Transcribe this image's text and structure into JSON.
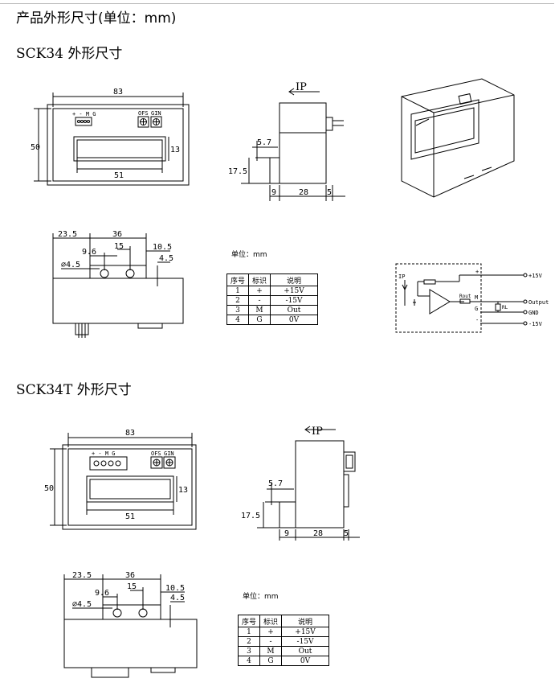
{
  "page": {
    "heading": "产品外形尺寸(单位：mm)",
    "sections": [
      {
        "title": "SCK34 外形尺寸"
      },
      {
        "title": "SCK34T 外形尺寸"
      }
    ]
  },
  "front_view": {
    "width_label": "83",
    "height_label": "50",
    "window_height_label": "13",
    "window_width_label": "51",
    "connector_label": "+ - M G",
    "ofs_label": "OFS",
    "gin_label": "GIN"
  },
  "side_view": {
    "current_label": "IP",
    "dim_5_7": "5.7",
    "dim_17_5": "17.5",
    "dim_9": "9",
    "dim_28": "28",
    "dim_5": "5"
  },
  "bottom_view": {
    "dim_23_5": "23.5",
    "dim_36": "36",
    "dim_9_6": "9.6",
    "dim_15": "15",
    "dim_10_5": "10.5",
    "dim_4_5": "4.5",
    "hole_dia": "⌀4.5"
  },
  "unit_label": "单位：mm",
  "pin_table": {
    "headers": [
      "序号",
      "标识",
      "说明"
    ],
    "rows": [
      [
        "1",
        "+",
        "+15V"
      ],
      [
        "2",
        "-",
        "-15V"
      ],
      [
        "3",
        "M",
        "Out"
      ],
      [
        "4",
        "G",
        "0V"
      ]
    ]
  },
  "circuit": {
    "ip_label": "IP",
    "plus_label": "+",
    "minus_label": "-",
    "m_label": "M",
    "g_label": "G",
    "rout_label": "Rout",
    "rl_label": "RL",
    "pos_supply": "+15V",
    "output": "Output",
    "gnd": "GND",
    "neg_supply": "-15V"
  }
}
